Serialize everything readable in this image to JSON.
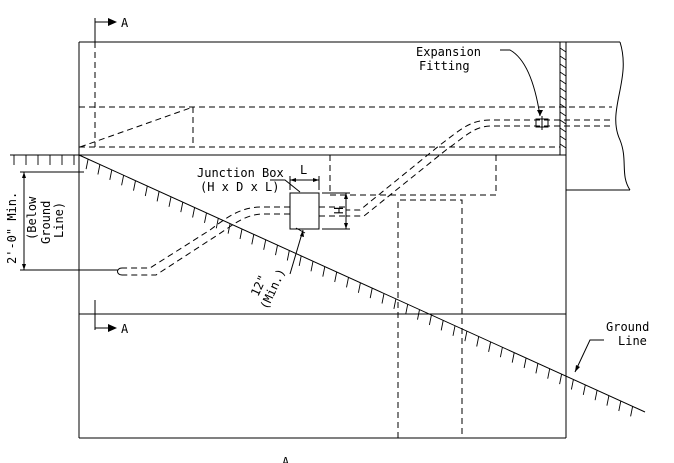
{
  "labels": {
    "section_top": "A",
    "section_bottom": "A",
    "section_bottom_edge": "A",
    "expansion_line1": "Expansion",
    "expansion_line2": "Fitting",
    "junction_line1": "Junction Box",
    "junction_line2": "(H x D x L)",
    "dim_l": "L",
    "dim_h": "H",
    "depth_line1": "2'-0\" Min.",
    "depth_line2": "(Below",
    "depth_line3": "Ground",
    "depth_line4": "Line)",
    "slope_line1": "12\"",
    "slope_line2": "(Min.)",
    "ground_line1": "Ground",
    "ground_line2": "Line"
  }
}
